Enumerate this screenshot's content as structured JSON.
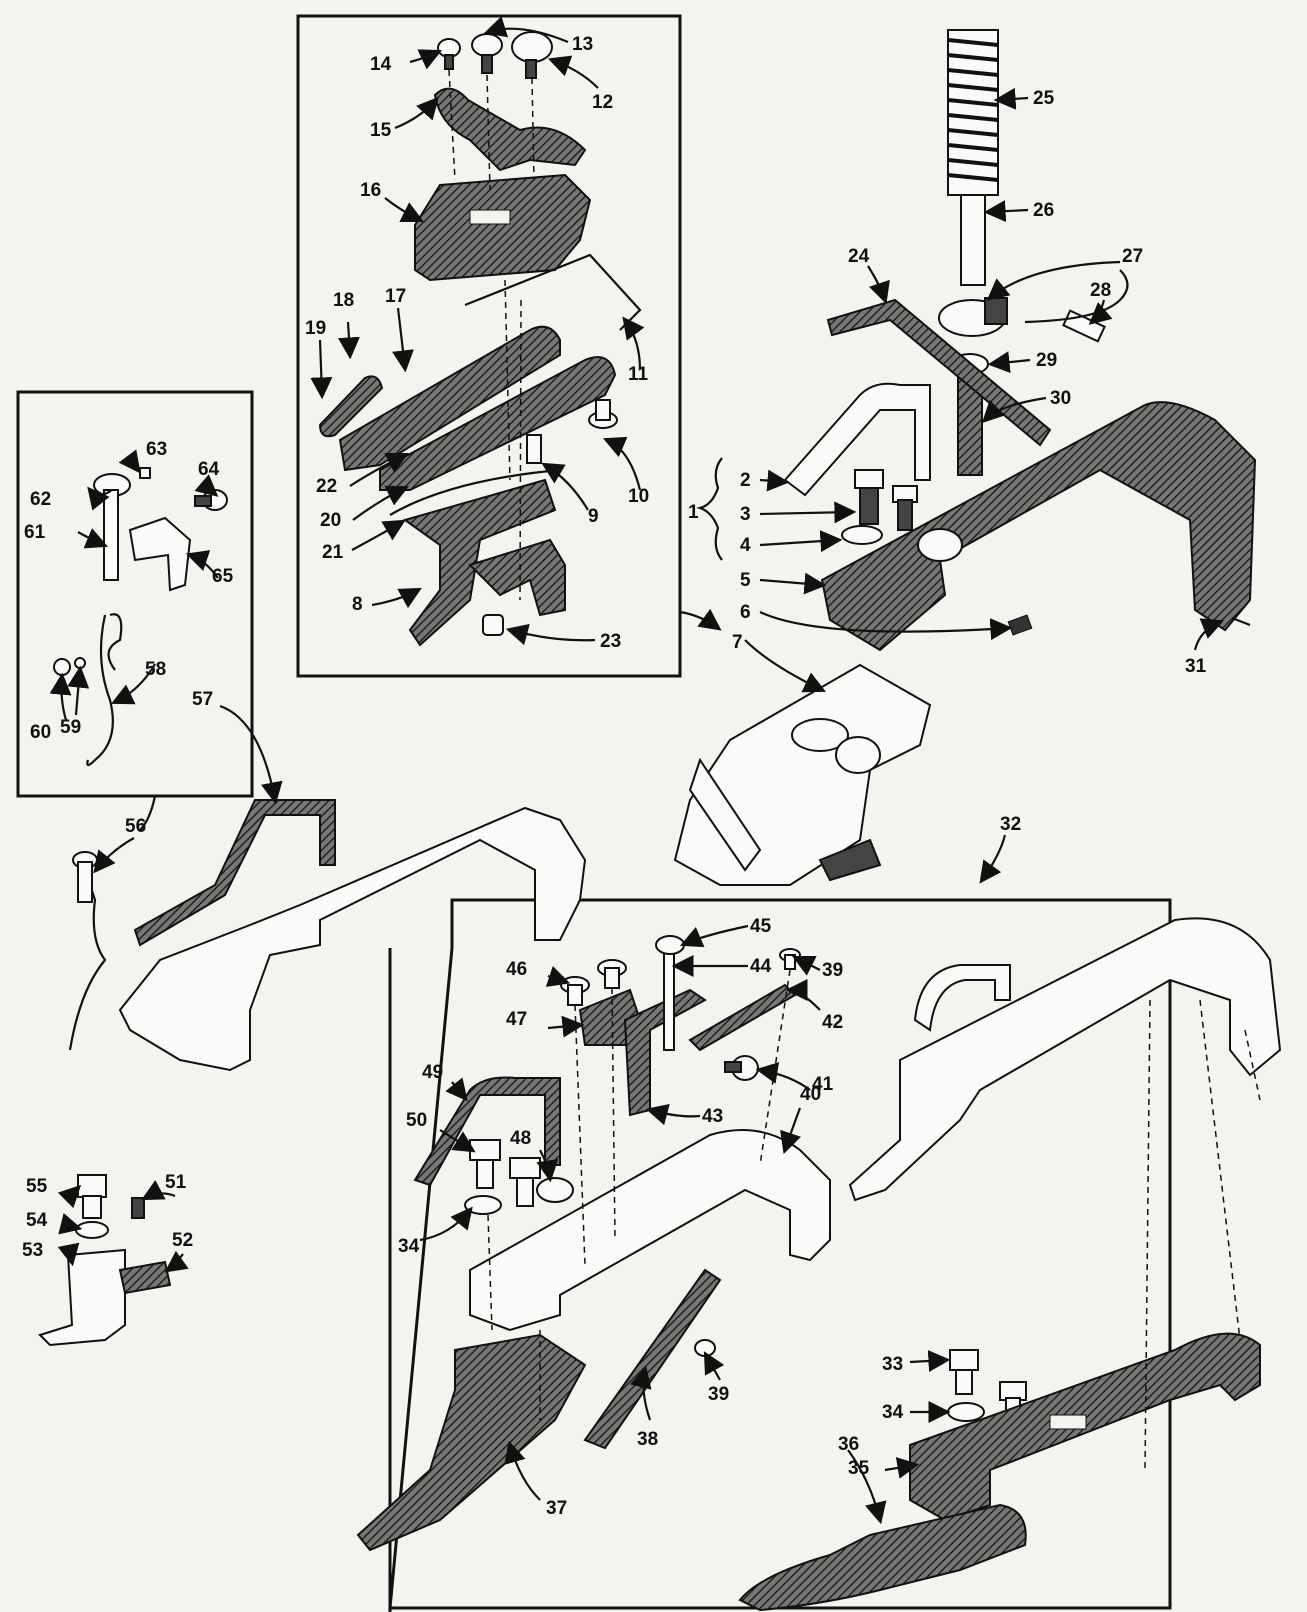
{
  "labels": {
    "n1": "1",
    "n2": "2",
    "n3": "3",
    "n4": "4",
    "n5": "5",
    "n6": "6",
    "n7": "7",
    "n8": "8",
    "n9": "9",
    "n10": "10",
    "n11": "11",
    "n12": "12",
    "n13": "13",
    "n14": "14",
    "n15": "15",
    "n16": "16",
    "n17": "17",
    "n18": "18",
    "n19": "19",
    "n20": "20",
    "n21": "21",
    "n22": "22",
    "n23": "23",
    "n24": "24",
    "n25": "25",
    "n26": "26",
    "n27": "27",
    "n28": "28",
    "n29": "29",
    "n30": "30",
    "n31": "31",
    "n32": "32",
    "n33": "33",
    "n34a": "34",
    "n34b": "34",
    "n35": "35",
    "n36": "36",
    "n37": "37",
    "n38": "38",
    "n39a": "39",
    "n39b": "39",
    "n40": "40",
    "n41": "41",
    "n42": "42",
    "n43": "43",
    "n44": "44",
    "n45": "45",
    "n46": "46",
    "n47": "47",
    "n48": "48",
    "n49": "49",
    "n50": "50",
    "n51": "51",
    "n52": "52",
    "n53": "53",
    "n54": "54",
    "n55": "55",
    "n56": "56",
    "n57": "57",
    "n58": "58",
    "n59": "59",
    "n60": "60",
    "n61": "61",
    "n62": "62",
    "n63": "63",
    "n64": "64",
    "n65": "65"
  },
  "colors": {
    "ink": "#111111",
    "hatch": "#444444",
    "paper": "#f4f3ef"
  }
}
